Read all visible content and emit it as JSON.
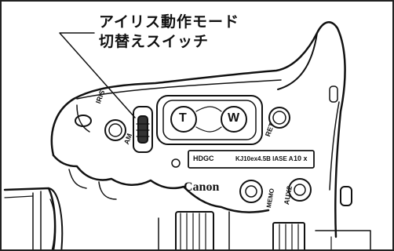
{
  "callout": {
    "line1": "アイリス動作モード",
    "line2": "切替えスイッチ"
  },
  "labels": {
    "iris": "IRIS",
    "am": "AM",
    "ret": "RET",
    "tele": "T",
    "wide": "W",
    "plate_logo": "HDGC",
    "plate_model": "KJ10ex4.5B IASE A",
    "plate_zoom": "10 x",
    "brand": "Canon",
    "memo": "MEMO",
    "aux2": "AUX2"
  },
  "colors": {
    "ink": "#111111",
    "body": "#ffffff",
    "frame": "#222222"
  }
}
